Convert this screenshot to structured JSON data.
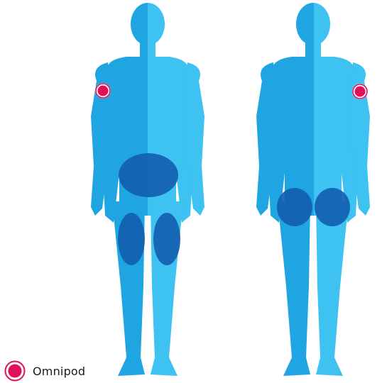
{
  "colors": {
    "body_dark": "#1FA6E2",
    "body_light": "#3DC2F2",
    "injection_zone": "#1260B0",
    "omnipod_marker": "#E0105A",
    "omnipod_ring": "#E0105A"
  },
  "figures": [
    {
      "view": "front",
      "zones": [
        "abdomen",
        "left-thigh",
        "right-thigh"
      ],
      "marker": "right-upper-arm"
    },
    {
      "view": "back",
      "zones": [
        "left-buttock",
        "right-buttock"
      ],
      "marker": "left-upper-arm"
    }
  ],
  "legend": {
    "icon": "omnipod-marker-icon",
    "label": "Omnipod"
  }
}
